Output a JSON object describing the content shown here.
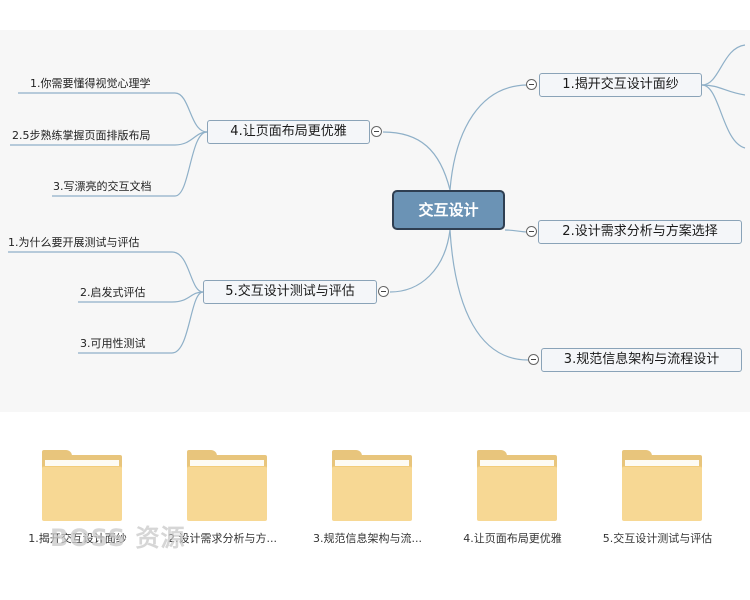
{
  "mindmap": {
    "central": "交互设计",
    "branches": [
      {
        "label": "1.揭开交互设计面纱"
      },
      {
        "label": "2.设计需求分析与方案选择"
      },
      {
        "label": "3.规范信息架构与流程设计"
      },
      {
        "label": "4.让页面布局更优雅",
        "children": [
          "1.你需要懂得视觉心理学",
          "2.5步熟练掌握页面排版布局",
          "3.写漂亮的交互文档"
        ]
      },
      {
        "label": "5.交互设计测试与评估",
        "children": [
          "1.为什么要开展测试与评估",
          "2.启发式评估",
          "3.可用性测试"
        ]
      }
    ]
  },
  "folders": [
    {
      "label": "1.揭开交互设计面纱",
      "icon": "folder-icon"
    },
    {
      "label": "2.设计需求分析与方...",
      "icon": "folder-icon"
    },
    {
      "label": "3.规范信息架构与流...",
      "icon": "folder-icon"
    },
    {
      "label": "4.让页面布局更优雅",
      "icon": "folder-icon"
    },
    {
      "label": "5.交互设计测试与评估",
      "icon": "folder-icon"
    }
  ],
  "watermark": "BOSS 资源",
  "colors": {
    "central_fill": "#6b93b5",
    "central_border": "#2f3f52",
    "connector": "#8fb0c8",
    "folder": "#f7d894"
  }
}
